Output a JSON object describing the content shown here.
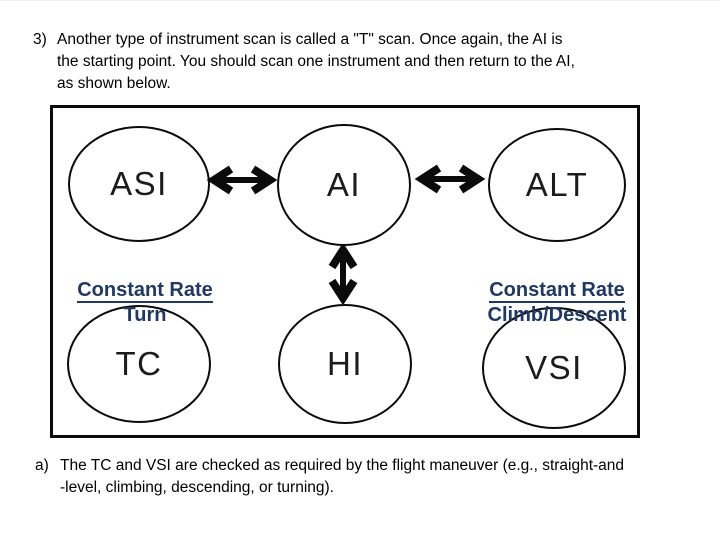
{
  "slide": {
    "intro": {
      "number": "3)",
      "lines": [
        "Another type of instrument scan is called a \"T\" scan. Once again, the AI is",
        "the starting point. You should scan one instrument and then return to the AI,",
        "as shown below."
      ]
    },
    "diagram": {
      "nodes": {
        "asi": "ASI",
        "ai": "AI",
        "alt": "ALT",
        "tc": "TC",
        "hi": "HI",
        "vsi": "VSI"
      },
      "labels": {
        "left_title": "Constant Rate",
        "left_sub": "Turn",
        "right_title": "Constant Rate",
        "right_sub": "Climb/Descent"
      },
      "icons": {
        "h_arrow": "double-headed horizontal arrow ↔",
        "v_arrow": "double-headed vertical arrow ↕"
      }
    },
    "footnote": {
      "number": "a)",
      "lines": [
        "The TC and VSI are checked as required by the flight maneuver (e.g., straight-and",
        "-level, climbing, descending, or turning)."
      ]
    },
    "colors": {
      "accent_navy": "#1f3864",
      "stroke_black": "#0b0b0b",
      "background": "#ffffff"
    }
  }
}
